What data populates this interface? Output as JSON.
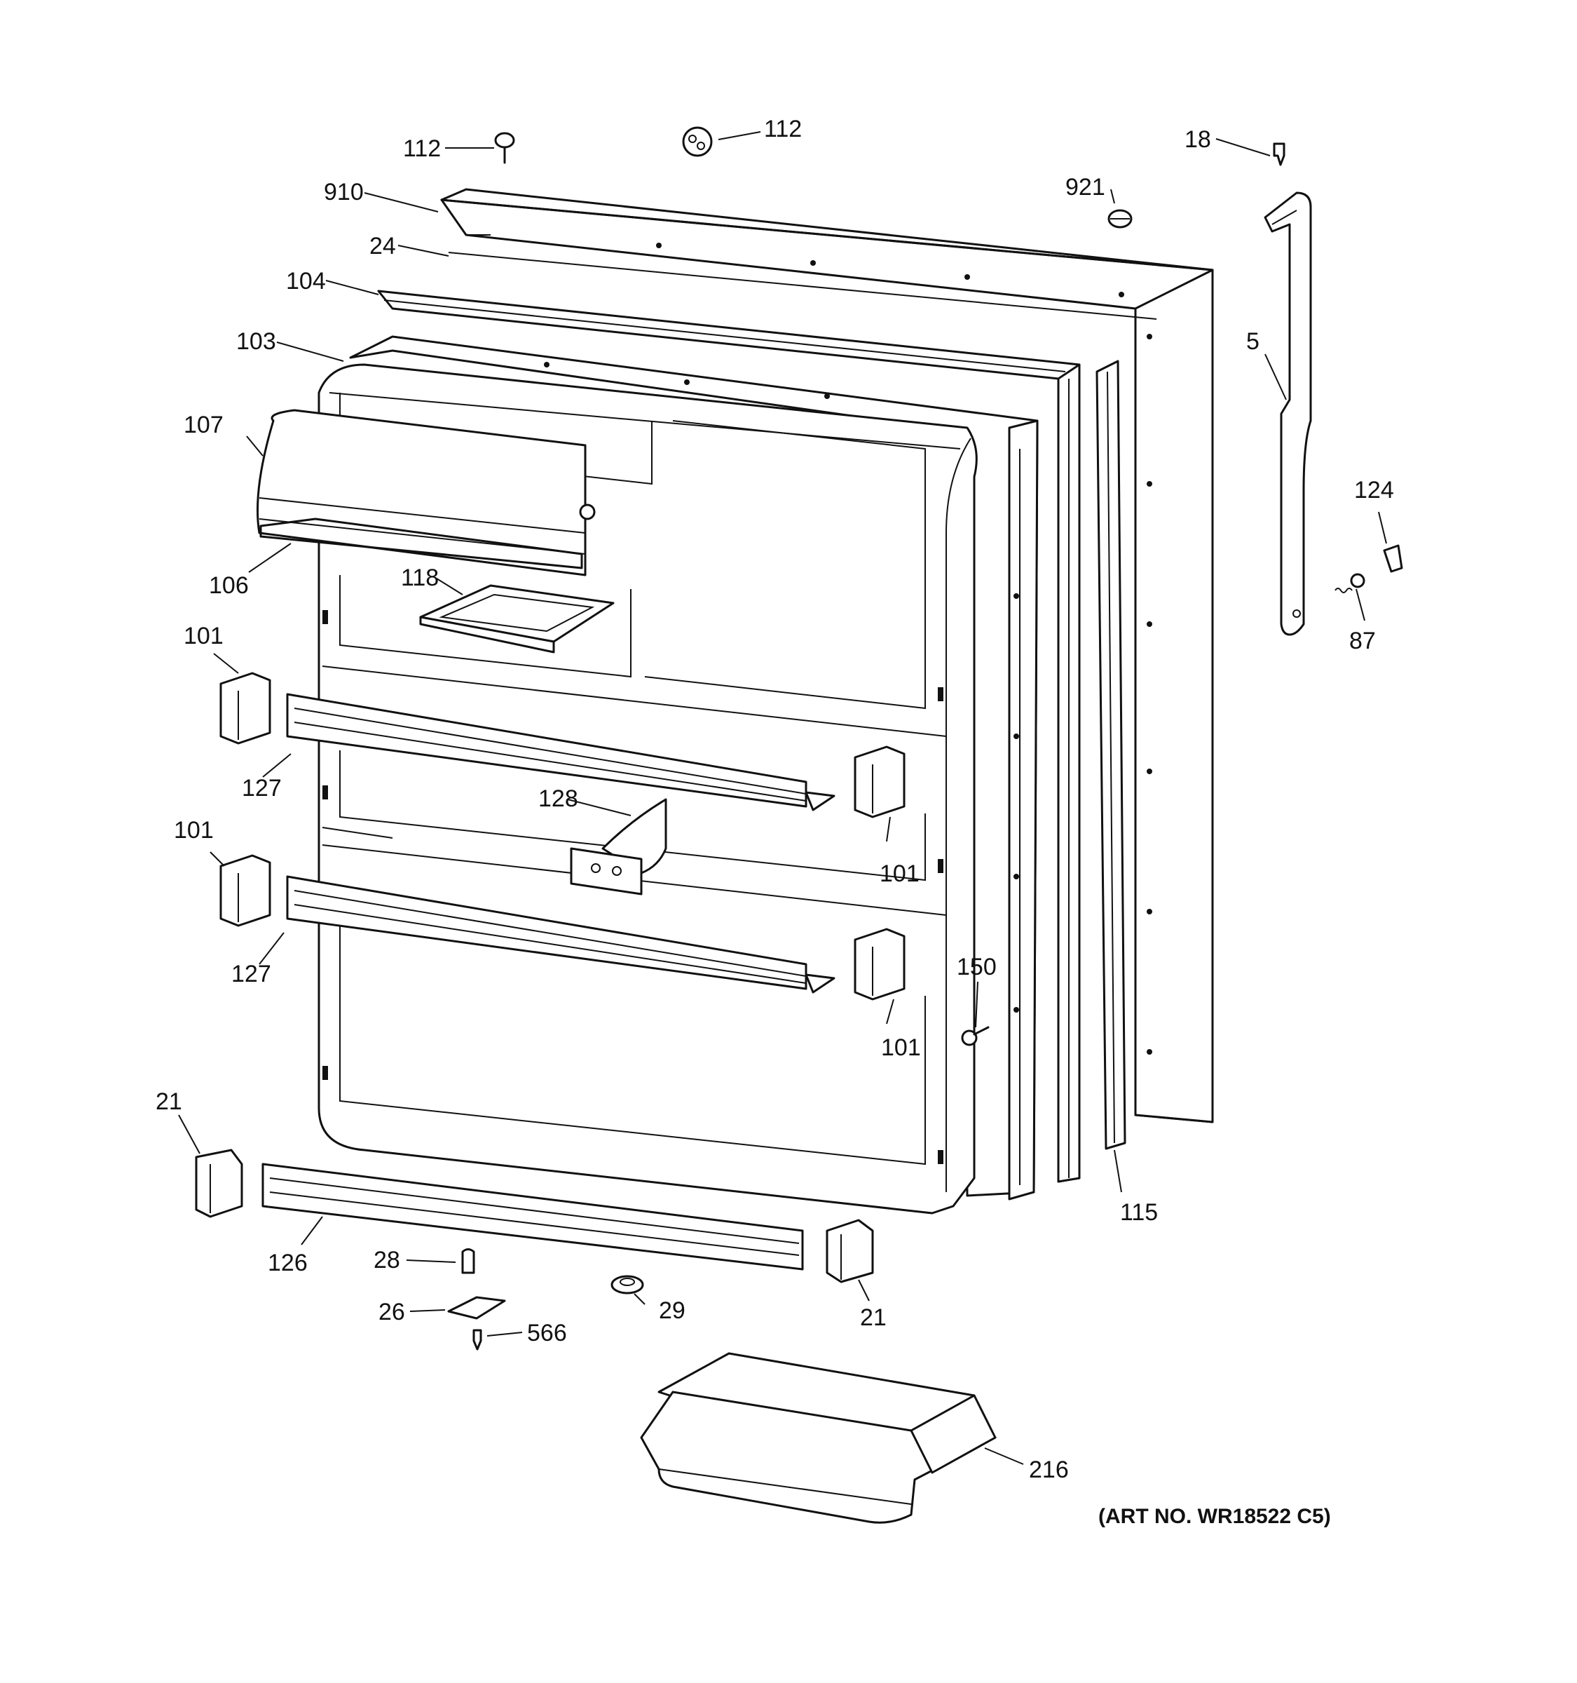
{
  "art_number": "(ART NO. WR18522 C5)",
  "callouts": {
    "c112a": "112",
    "c112b": "112",
    "c18": "18",
    "c910": "910",
    "c921": "921",
    "c24": "24",
    "c104": "104",
    "c103": "103",
    "c5": "5",
    "c107": "107",
    "c124": "124",
    "c87": "87",
    "c106": "106",
    "c118": "118",
    "c101a": "101",
    "c101b": "101",
    "c101c": "101",
    "c101d": "101",
    "c127a": "127",
    "c127b": "127",
    "c128": "128",
    "c150": "150",
    "c21a": "21",
    "c21b": "21",
    "c115": "115",
    "c126": "126",
    "c28": "28",
    "c26": "26",
    "c29": "29",
    "c566": "566",
    "c216": "216"
  }
}
